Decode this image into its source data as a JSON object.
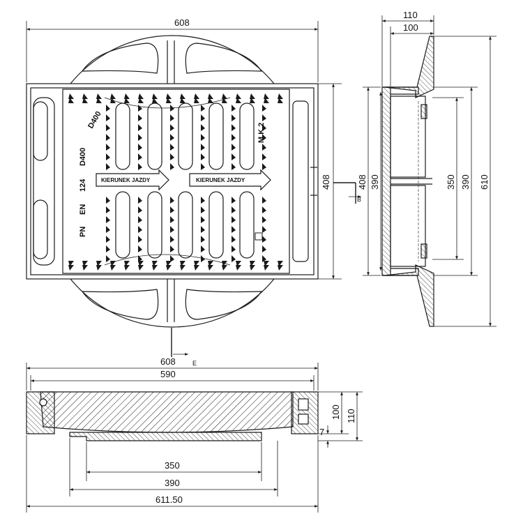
{
  "top_view": {
    "overall_width": "608",
    "height": "408",
    "section_b": "B",
    "section_e": "E",
    "cast_marks": {
      "direction_1": "KIERUNEK JAZDY",
      "direction_2": "KIERUNEK JAZDY",
      "class": "D400",
      "class_rotated": "D400",
      "standard_pn": "PN",
      "standard_en": "EN",
      "standard_number": "124",
      "maker": "M K 2"
    }
  },
  "side_view": {
    "total_depth": "110",
    "frame_depth": "100",
    "outer_height": "408",
    "inner_height_a": "390",
    "clear_opening": "350",
    "inner_height_b": "390",
    "flange_height": "610"
  },
  "bottom_view": {
    "overall_width": "608",
    "frame_width": "590",
    "clear_opening": "350",
    "inner_width": "390",
    "base_width": "611.50",
    "total_depth": "110",
    "frame_depth": "100",
    "gap": "7"
  },
  "colors": {
    "line": "#1a1a1a",
    "background": "#ffffff"
  }
}
